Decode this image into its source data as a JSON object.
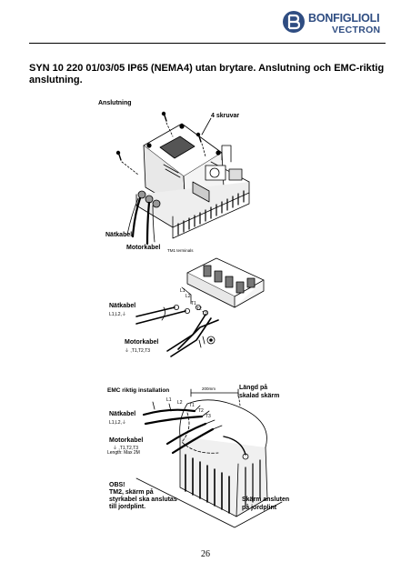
{
  "logo": {
    "brand": "BONFIGLIOLI",
    "sub": "VECTRON"
  },
  "heading": "SYN 10 220 01/03/05 IP65 (NEMA4) utan brytare. Anslutning och EMC-riktig anslutning.",
  "figure1": {
    "title": "Anslutning",
    "screws": "4 skruvar",
    "natkabel": "Nätkabel",
    "motorkabel": "Motorkabel",
    "tm1": "TM1 terminals",
    "l1": "L1",
    "l2": "L2",
    "t1": "T1",
    "t2": "T2",
    "t3": "T3",
    "natkabel2": "Nätkabel",
    "natkabel2_sub": "L1,L2,⏚",
    "motorkabel2": "Motorkabel",
    "motorkabel2_sub": "⏚ ,T1,T2,T3"
  },
  "figure2": {
    "title": "EMC riktig installation",
    "dim": "200mm",
    "langd1": "Längd på",
    "langd2": "skalad skärm",
    "l1": "L1",
    "l2": "L2",
    "t1": "T1",
    "t2": "T2",
    "t3": "T3",
    "natkabel": "Nätkabel",
    "natkabel_sub": "L1,L2,⏚",
    "motorkabel": "Motorkabel",
    "motorkabel_sub": "⏚ ,T1,T2,T3",
    "length": "Length: Max 2M",
    "obs1": "OBS!",
    "obs2": "TM2, skärm på",
    "obs3": "styrkabel ska anslutas",
    "obs4": "till jordplint.",
    "skarm1": "Skärm ansluten",
    "skarm2": "på jordplint"
  },
  "page_number": "26"
}
